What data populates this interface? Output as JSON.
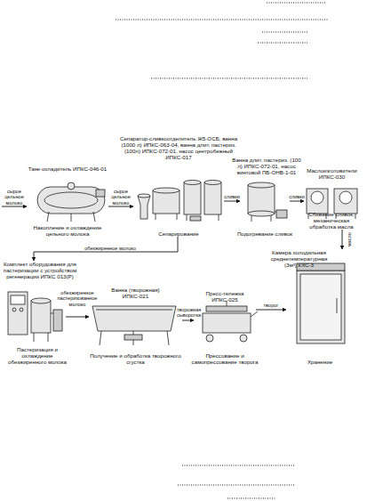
{
  "diagram": {
    "nodes": [
      {
        "text": [
          "Танк-охладитель ИПКС-046-01",
          "Накопление и охлаждение цельного молока"
        ]
      },
      {
        "text": [
          "Сепаратор-сливкоотделитель Ж5-ОСБ, ванна (1000 л) ИПКС-063-04, ванна длит. пастериз. (100л) ИПКС-072-01, насос центробежный ИПКС-017",
          "Сепарирование"
        ]
      },
      {
        "text": [
          "Ванна длит. пастериз. (100 л) ИПКС-072-01, насос винтовой ПБ-ОНВ-1-01",
          "Подогревание сливок"
        ]
      },
      {
        "text": [
          "Маслоизготовители ИПКС-030",
          "Сбивание сливок, механическая обработка масла"
        ]
      },
      {
        "text": [
          "Комплект оборудования для пастеризации с устройством регенерации ИПКС 013(Р)",
          "Пастеризация и охлаждение обезжиренного молока"
        ]
      },
      {
        "text": [
          "Ванна (творожная) ИПКС-021",
          "Получение и обработка творожного сгустка"
        ]
      },
      {
        "text": [
          "Пресс-тележка ИПКС-025",
          "Прессование и самопрессование творога"
        ]
      },
      {
        "text": [
          "Камера холодильная среднетемпературная (3м³) КХС-3",
          "Хранение"
        ]
      }
    ],
    "edges": [
      {
        "from": 0,
        "to": 1,
        "arrow": "to",
        "label": "сырое цельное молоко"
      },
      {
        "from": 1,
        "to": 2,
        "arrow": "to",
        "label": "сливки"
      },
      {
        "from": 2,
        "to": 3,
        "arrow": "to",
        "label": "сливки"
      },
      {
        "from": 3,
        "to": 7,
        "arrow": "to",
        "label": "масло"
      },
      {
        "from": 1,
        "to": 4,
        "arrow": "to",
        "label": "обезжиренное молоко"
      },
      {
        "from": 4,
        "to": 5,
        "arrow": "to",
        "label": "обезжиренное пастеризованное молоко"
      },
      {
        "from": 5,
        "to": 6,
        "arrow": "to",
        "label": "творожная сыворотка"
      },
      {
        "from": 6,
        "to": 7,
        "arrow": "to",
        "label": "творог"
      }
    ],
    "labels": [
      "сырое цельное молоко"
    ]
  }
}
